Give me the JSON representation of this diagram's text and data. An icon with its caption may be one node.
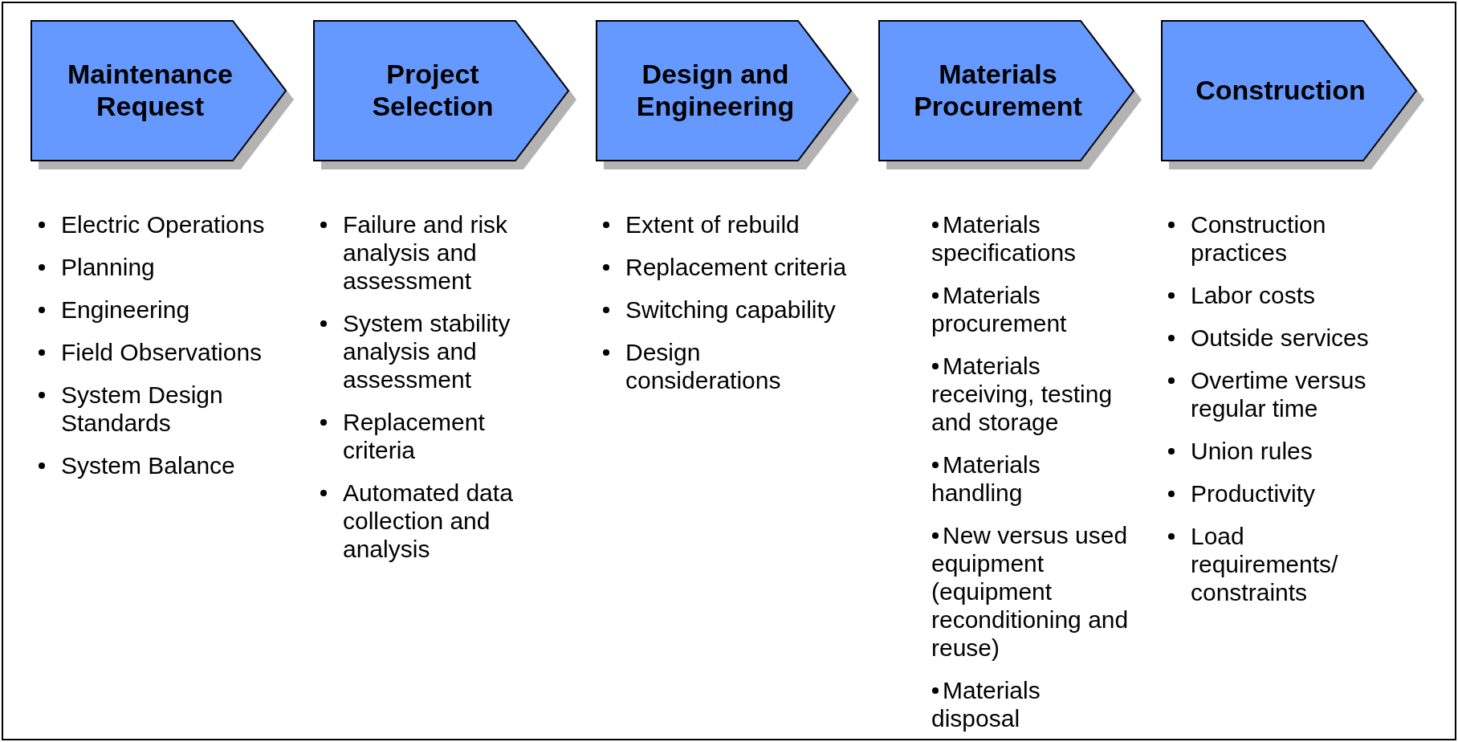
{
  "diagram": {
    "nodes": [
      {
        "text": [
          "Maintenance Request"
        ],
        "beside": [
          "Electric Operations",
          "Planning",
          "Engineering",
          "Field Observations",
          "System Design Standards",
          "System Balance"
        ]
      },
      {
        "text": [
          "Project Selection"
        ],
        "beside": [
          "Failure and risk analysis and assessment",
          "System stability analysis and assessment",
          "Replacement criteria",
          "Automated data collection and analysis"
        ]
      },
      {
        "text": [
          "Design and Engineering"
        ],
        "beside": [
          "Extent of rebuild",
          "Replacement criteria",
          "Switching capability",
          "Design considerations"
        ]
      },
      {
        "text": [
          "Materials Procurement"
        ],
        "beside": [
          "Materials specifications",
          "Materials procurement",
          "Materials receiving, testing and storage",
          "Materials handling",
          "New versus used equipment (equipment reconditioning and reuse)",
          "Materials disposal"
        ]
      },
      {
        "text": [
          "Construction"
        ],
        "beside": [
          "Construction practices",
          "Labor costs",
          "Outside services",
          "Overtime versus regular time",
          "Union rules",
          "Productivity",
          "Load requirements/ constraints"
        ]
      }
    ]
  }
}
